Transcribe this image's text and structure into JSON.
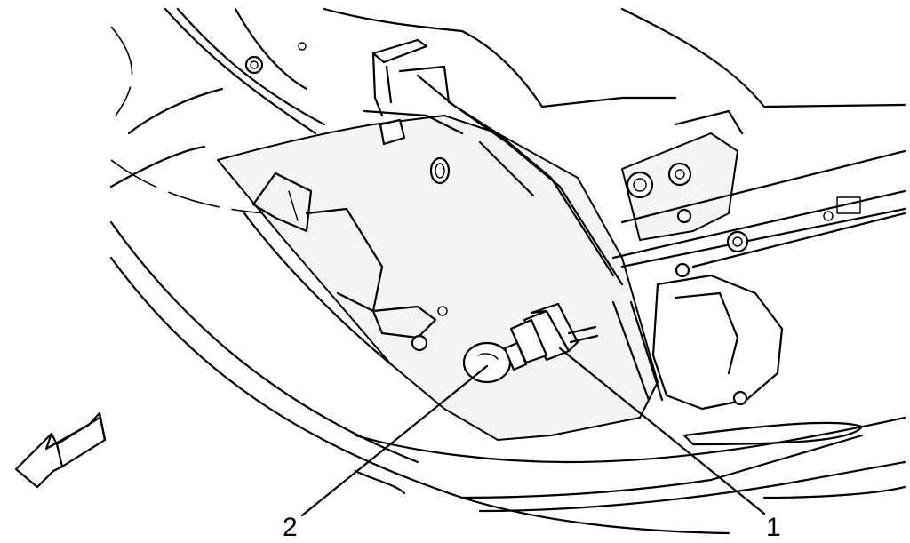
{
  "callouts": [
    {
      "id": "1",
      "label": "1"
    },
    {
      "id": "2",
      "label": "2"
    }
  ],
  "icons": {
    "direction_arrow": "forward-direction-arrow-icon"
  },
  "colors": {
    "line": "#000000",
    "background": "#ffffff"
  }
}
